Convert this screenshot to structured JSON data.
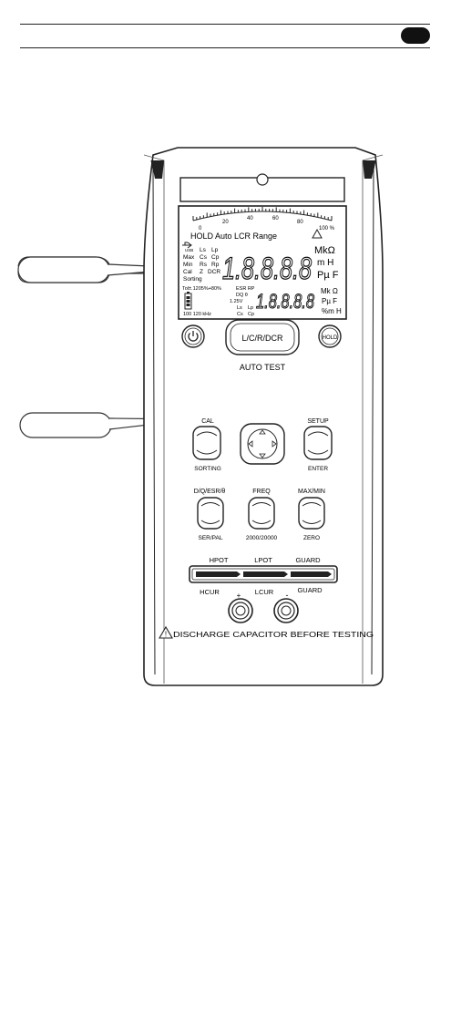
{
  "meter": {
    "scale": {
      "ticks": [
        "0",
        "20",
        "40",
        "60",
        "80",
        "100 %"
      ]
    },
    "lcd": {
      "status_line": "HOLD Auto LCR Range",
      "left_labels": {
        "usb": "USB",
        "max": "Max",
        "min": "Min",
        "cal": "Cal",
        "sorting": "Sorting",
        "ls": "Ls",
        "lp": "Lp",
        "cs": "Cs",
        "cp": "Cp",
        "rs": "Rs",
        "rp": "Rp",
        "z": "Z",
        "dcr": "DCR"
      },
      "primary_digits": "1.8.8.8.8",
      "primary_units": {
        "mk_ohm": "MkΩ",
        "m_h": "m H",
        "p_f": "Pµ F"
      },
      "tolerance": "Tol±.1205%+80%",
      "mid_labels": {
        "esr_rp": "ESR RP",
        "dq": "DQ θ",
        "v": "1.25V",
        "ls": "Ls",
        "lp": "Lp",
        "cs": "Cs",
        "cp": "Cp"
      },
      "freq": "100 120 kHz",
      "secondary_digits": "1.8.8.8.8",
      "secondary_units": {
        "mk_ohm": "Mk Ω",
        "p_f": "Pµ F",
        "pct_h": "%m H"
      }
    },
    "buttons": {
      "lcr": "L/C/R/DCR",
      "hold": "HOLD",
      "auto_test": "AUTO TEST",
      "cal": "CAL",
      "sorting": "SORTING",
      "setup": "SETUP",
      "enter": "ENTER",
      "dqesr": "D/Q/ESR/θ",
      "serpal": "SER/PAL",
      "freq": "FREQ",
      "freq_vals": "2000/20000",
      "maxmin": "MAX/MIN",
      "zero": "ZERO"
    },
    "terminals": {
      "hpot": "HPOT",
      "lpot": "LPOT",
      "guard_top": "GUARD",
      "hcur": "HCUR",
      "lcur": "LCUR",
      "guard_bottom": "GUARD",
      "plus": "+",
      "minus": "-"
    },
    "warning": "DISCHARGE CAPACITOR BEFORE TESTING"
  }
}
